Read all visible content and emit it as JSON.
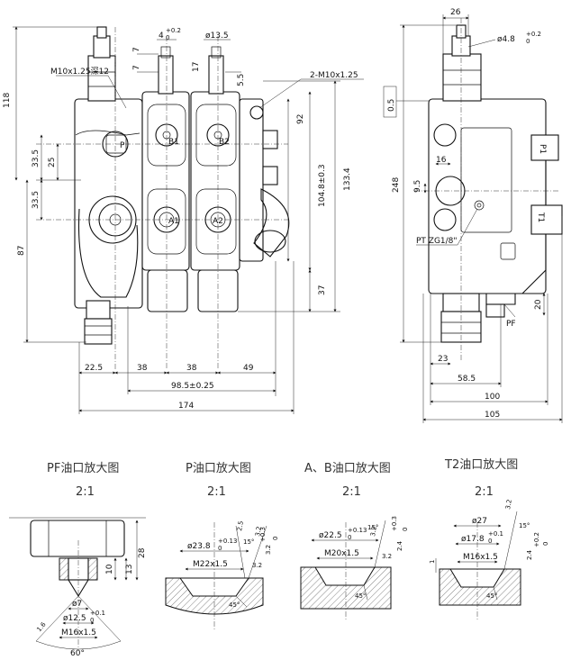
{
  "front_view": {
    "labels": {
      "thread_m10_12": "M10x1.25深12",
      "two_m10": "2-M10x1.25",
      "port_p": "P",
      "port_b1": "B1",
      "port_b2": "B2",
      "port_a1": "A1",
      "port_a2": "A2"
    },
    "dims": {
      "d4": "4",
      "d4_tol": "+0.2",
      "d4_tol2": "0",
      "d13_5": "ø13.5",
      "d7a": "7",
      "d7b": "7",
      "d17": "17",
      "d5_5": "5.5",
      "d118": "118",
      "d92": "92",
      "d33_5a": "33.5",
      "d25": "25",
      "d33_5b": "33.5",
      "d87": "87",
      "d104_8": "104.8±0.3",
      "d133_4": "133.4",
      "d37": "37",
      "d22_5": "22.5",
      "d38a": "38",
      "d38b": "38",
      "d49": "49",
      "d98_5": "98.5±0.25",
      "d174": "174"
    }
  },
  "side_view": {
    "labels": {
      "port_p1": "P1",
      "port_t1": "T1",
      "pt": "PT ZG1/8\"",
      "pf": "PF",
      "flat": "0.5"
    },
    "dims": {
      "d26": "26",
      "d4_8": "ø4.8",
      "d4_8_tol": "+0.2",
      "d4_8_tol2": "0",
      "d248": "248",
      "d16": "16",
      "d9_5": "9.5",
      "d20": "20",
      "d23": "23",
      "d58_5": "58.5",
      "d100": "100",
      "d105": "105"
    }
  },
  "details": [
    {
      "title": "PF油口放大图",
      "scale": "2:1",
      "dims": {
        "d28": "28",
        "d13": "13",
        "d10": "10",
        "d7": "ø7",
        "d12_5": "ø12.5",
        "d12_5_tol": "+0.1",
        "d12_5_tol2": "0",
        "m16": "M16x1.5",
        "ang60": "60°",
        "d1_6": "1.6"
      }
    },
    {
      "title": "P油口放大图",
      "scale": "2:1",
      "dims": {
        "d23_8": "ø23.8",
        "d23_8_tol": "+0.13",
        "d23_8_tol2": "0",
        "m22": "M22x1.5",
        "d2_5": "2.5",
        "ang15": "15°",
        "d3_2a": "3.2",
        "d3_2b": "3.2",
        "d3_2c": "3.2",
        "tol_03": "+0.3",
        "tol_0": "0",
        "ang45": "45°"
      }
    },
    {
      "title": "A、B油口放大图",
      "scale": "2:1",
      "dims": {
        "d22_5": "ø22.5",
        "d22_5_tol": "+0.13",
        "d22_5_tol2": "0",
        "m20": "M20x1.5",
        "d3_2a": "3.2",
        "d2_4": "2.4",
        "tol_03": "+0.3",
        "tol_0": "0",
        "d3_2b": "3.2",
        "ang15": "15°",
        "ang45": "45°"
      }
    },
    {
      "title": "T2油口放大图",
      "scale": "2:1",
      "dims": {
        "d27": "ø27",
        "d17_8": "ø17.8",
        "d17_8_tol": "+0.1",
        "d17_8_tol2": "0",
        "m16": "M16x1.5",
        "d1": "1",
        "d3_2": "3.2",
        "d2_4": "2.4",
        "tol_02": "+0.2",
        "tol_0": "0",
        "ang15": "15°",
        "ang45": "45°"
      }
    }
  ]
}
